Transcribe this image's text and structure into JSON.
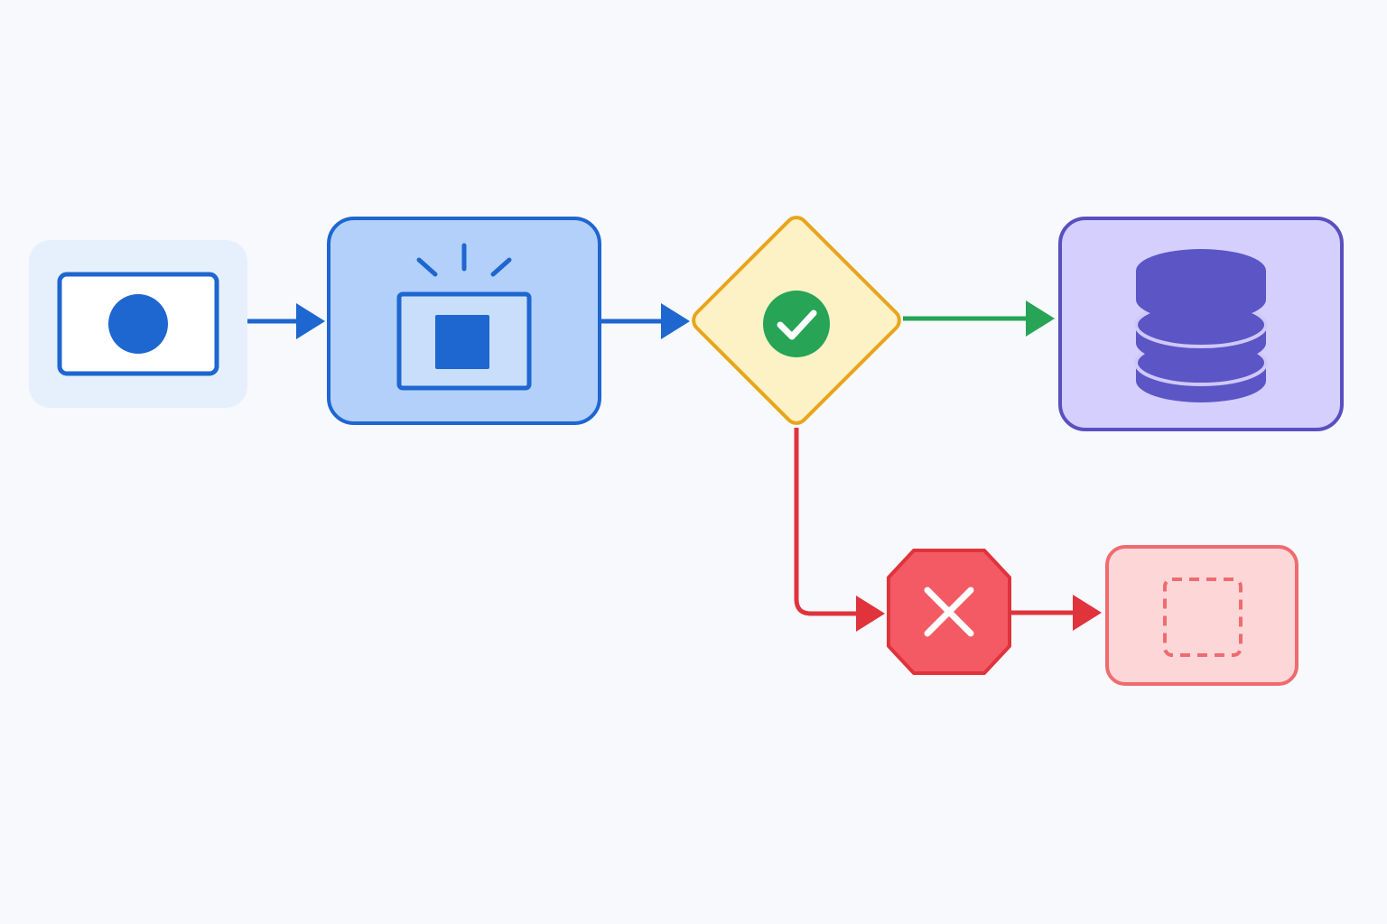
{
  "diagram": {
    "background": "#f7f9fc",
    "nodes": [
      {
        "id": "input",
        "shape": "rounded-rect",
        "icon": "record-circle-icon",
        "fill": "#e6f0fd",
        "stroke": "#1e66d0",
        "icon_color": "#1e66d0"
      },
      {
        "id": "process",
        "shape": "rounded-rect",
        "icon": "capture-screen-icon",
        "fill": "#b2d0fa",
        "stroke": "#1e66d0",
        "icon_color": "#1e66d0"
      },
      {
        "id": "decision",
        "shape": "diamond",
        "icon": "check-circle-icon",
        "fill": "#fdf1c6",
        "stroke": "#e8a51c",
        "icon_color": "#27a456"
      },
      {
        "id": "storage",
        "shape": "rounded-rect",
        "icon": "database-icon",
        "fill": "#d4cffc",
        "stroke": "#5a4fc0",
        "icon_color": "#5b55c6"
      },
      {
        "id": "reject",
        "shape": "octagon",
        "icon": "x-icon",
        "fill": "#f35a63",
        "stroke": "#e0333c",
        "icon_color": "#ffffff"
      },
      {
        "id": "discard",
        "shape": "rounded-rect",
        "icon": "dashed-square-icon",
        "fill": "#fdd7d8",
        "stroke": "#ef6b70",
        "icon_color": "#ef6b70"
      }
    ],
    "edges": [
      {
        "from": "input",
        "to": "process",
        "color": "#1e66d0"
      },
      {
        "from": "process",
        "to": "decision",
        "color": "#1e66d0"
      },
      {
        "from": "decision",
        "to": "storage",
        "color": "#27a456"
      },
      {
        "from": "decision",
        "to": "reject",
        "color": "#e0333c"
      },
      {
        "from": "reject",
        "to": "discard",
        "color": "#e0333c"
      }
    ]
  }
}
